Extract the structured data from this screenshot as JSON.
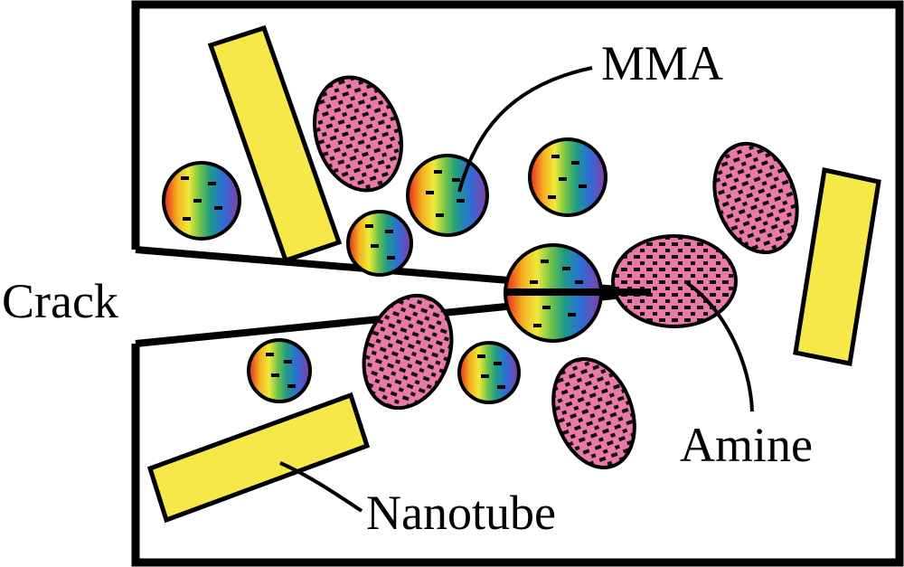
{
  "labels": {
    "crack": "Crack",
    "mma": "MMA",
    "amine": "Amine",
    "nanotube": "Nanotube"
  },
  "colors": {
    "nanotube_fill": "#f7e84a",
    "amine_fill": "#e97aa7",
    "amine_pattern": "#111111",
    "outline": "#000000",
    "mma_gradient": [
      "#e8231e",
      "#f5b020",
      "#f0ea3a",
      "#6cc24a",
      "#1f9a8a",
      "#2a6fd6",
      "#8a3aa6"
    ]
  }
}
